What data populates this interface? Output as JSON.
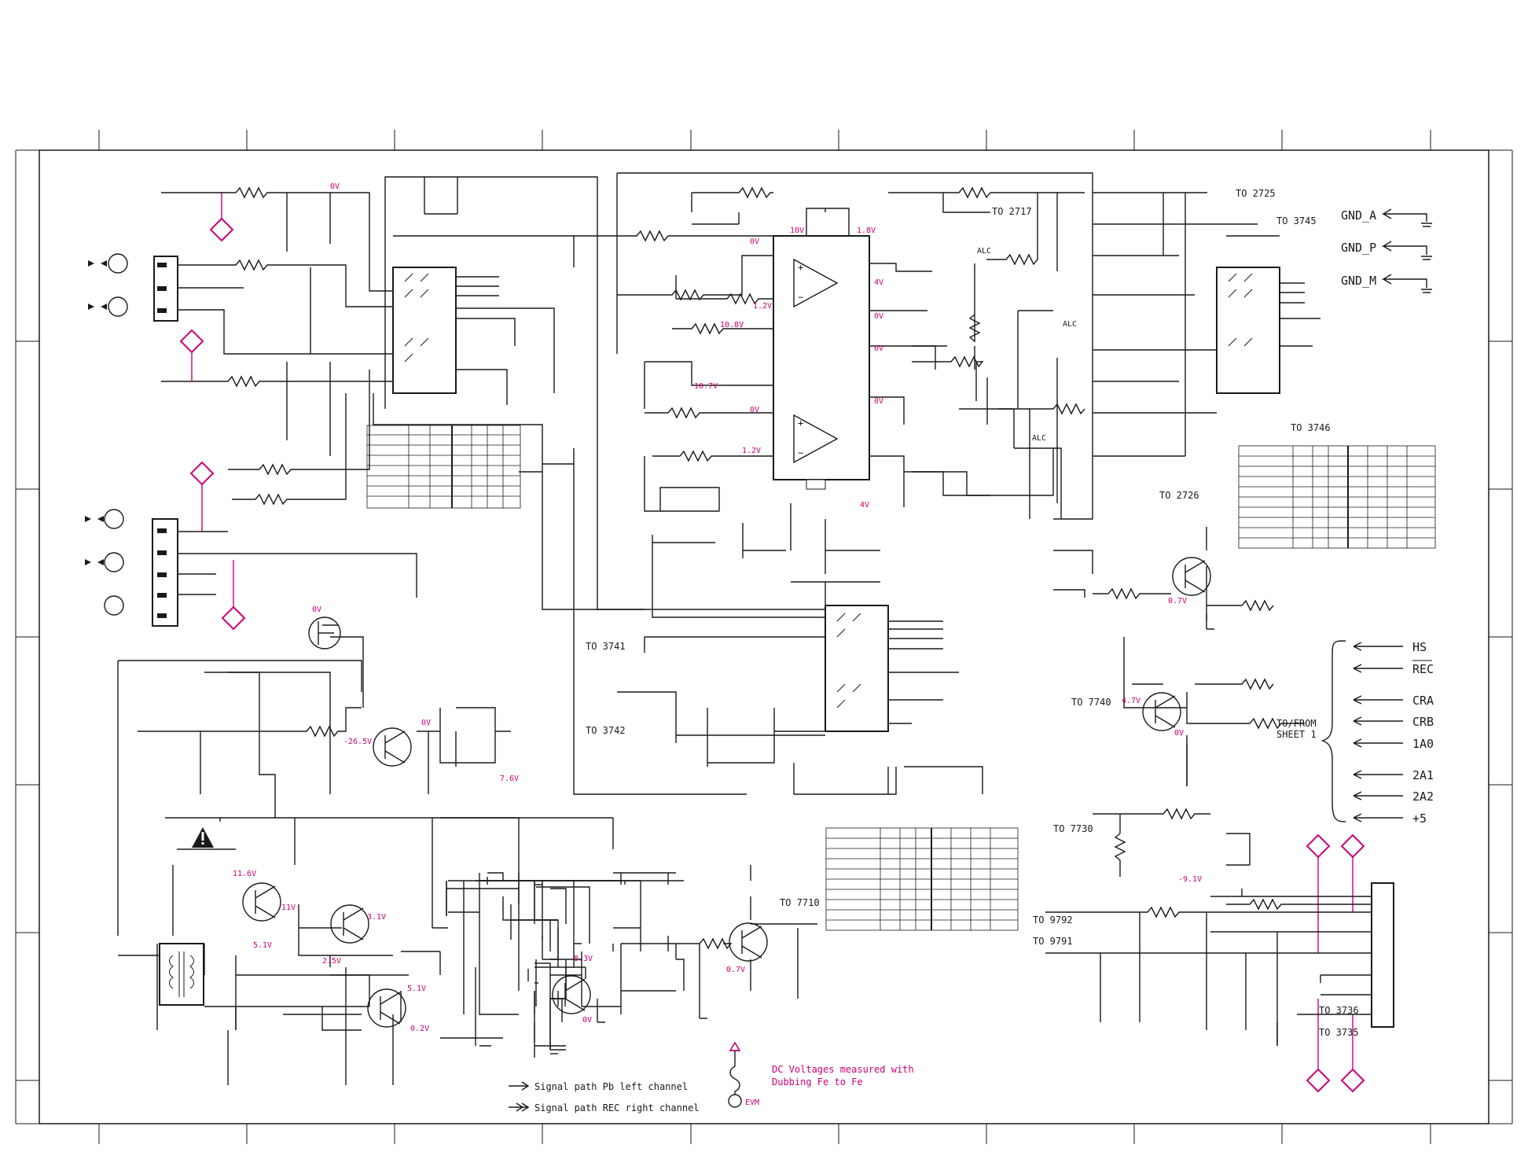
{
  "colors": {
    "ink": "#1a1a1a",
    "accent": "#cc0077",
    "paper": "#ffffff"
  },
  "voltages": {
    "v_0v": "0V",
    "v_10v": "10V",
    "v_1_8v": "1.8V",
    "v_1_2v": "1.2V",
    "v_4v": "4V",
    "v_10_8v": "10.8V",
    "v_10_7v": "10.7V",
    "v_0_7v": "0.7V",
    "v_4_7v": "4.7V",
    "v_neg_26_5v": "-26.5V",
    "v_7_6v": "7.6V",
    "v_11_6v": "11.6V",
    "v_11v": "11V",
    "v_3_1v": "3.1V",
    "v_5_1v": "5.1V",
    "v_2_5v": "2.5V",
    "v_0_2v": "0.2V",
    "v_8_3v": "8.3V",
    "v_neg_9_1v": "-9.1V"
  },
  "nets": {
    "to_2725": "TO 2725",
    "to_2717": "TO 2717",
    "to_3745": "TO 3745",
    "to_3746": "TO 3746",
    "to_2726": "TO 2726",
    "to_3741": "TO 3741",
    "to_3742": "TO 3742",
    "to_7740": "TO 7740",
    "to_7730": "TO 7730",
    "to_7710": "TO 7710",
    "to_9792": "TO 9792",
    "to_9791": "TO 9791",
    "to_3736": "TO 3736",
    "to_3735": "TO 3735",
    "alc": "ALC"
  },
  "grounds": {
    "gnd_a": "GND_A",
    "gnd_p": "GND_P",
    "gnd_m": "GND_M"
  },
  "sheet1_signals": {
    "title_line1": "TO/FROM",
    "title_line2": "SHEET 1",
    "items": [
      "HS",
      "REC",
      "CRA",
      "CRB",
      "1A0",
      "2A1",
      "2A2",
      "+5"
    ]
  },
  "legend": {
    "pb_left": "Signal path Pb left channel",
    "rec_right": "Signal path REC right channel",
    "dc_note_line1": "DC Voltages measured with",
    "dc_note_line2": "Dubbing Fe to Fe",
    "evm": "EVM"
  }
}
